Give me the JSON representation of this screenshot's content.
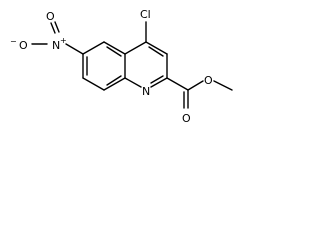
{
  "molecule": {
    "atom_labels": {
      "chlorine": "Cl",
      "nitro_nitrogen": "N",
      "nitro_plus": "+",
      "nitro_oxygen_upper": "O",
      "nitro_oxygen_lower": "O",
      "nitro_minus": "−",
      "ring_nitrogen": "N",
      "ester_carbonyl_oxygen": "O",
      "ester_ether_oxygen": "O"
    }
  }
}
